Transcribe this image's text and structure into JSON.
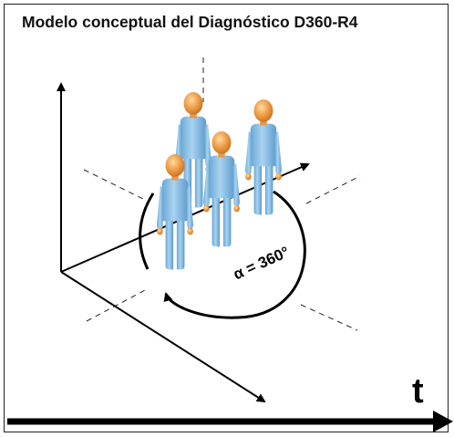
{
  "title": "Modelo conceptual del Diagnóstico D360-R4",
  "time_axis_label": "t",
  "angle_label": "α = 360°",
  "figures": [
    {
      "id": "person-back-left"
    },
    {
      "id": "person-back-right"
    },
    {
      "id": "person-front-middle"
    },
    {
      "id": "person-front-left"
    }
  ],
  "colors": {
    "body": "#8fc3e6",
    "body_shade": "#5a9ac8",
    "head": "#f0a04a",
    "head_shade": "#c76f1c",
    "lines": "#000000"
  }
}
